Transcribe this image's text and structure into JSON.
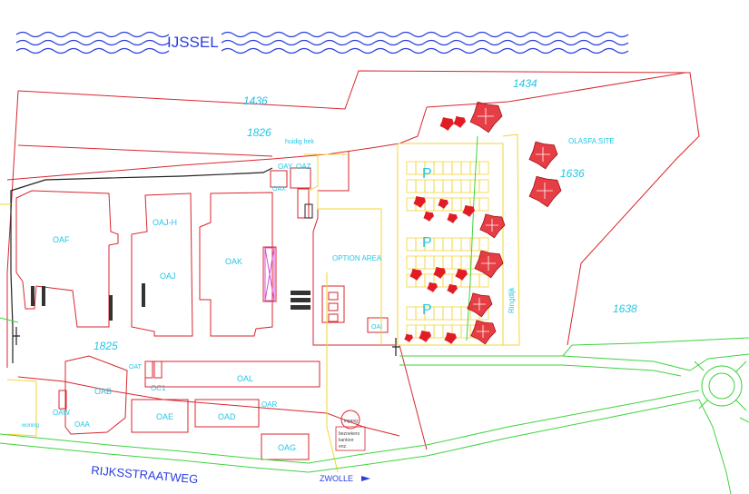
{
  "river": {
    "name": "IJSSEL",
    "color": "#2a3ee0"
  },
  "roads": [
    {
      "id": "road-rijksstraatweg",
      "name": "RIJKSSTRAATWEG"
    },
    {
      "id": "road-zwolle",
      "name": "ZWOLLE",
      "arrow": "right-arrow-icon"
    },
    {
      "id": "road-ringdijk",
      "name": "Ringdijk"
    }
  ],
  "parcels": [
    "1436",
    "1434",
    "1826",
    "1636",
    "1638",
    "1825"
  ],
  "buildings": [
    "OAF",
    "OAJ-H",
    "OAJ",
    "OAK",
    "OAB",
    "OAL",
    "OAE",
    "OAD",
    "OAG",
    "OAR",
    "OAW",
    "OAA",
    "OAT",
    "OC1",
    "OAI",
    "OAX",
    "OAY",
    "OAZ"
  ],
  "areas": {
    "option_area": "OPTION AREA",
    "olasfa_site": "OLASFA SITE",
    "huidig_hek": "huidig hek",
    "parking": "P",
    "woning": "woning"
  },
  "sign": {
    "top": "ingang",
    "lines": [
      "bezoekers",
      "kantoor",
      "enz."
    ]
  },
  "colors": {
    "property_lines": "#d8262e",
    "roads_green": "#3fd33f",
    "parking_yellow": "#f3d536",
    "labels_cyan": "#22c6e6",
    "trees_red": "#e21c24"
  }
}
